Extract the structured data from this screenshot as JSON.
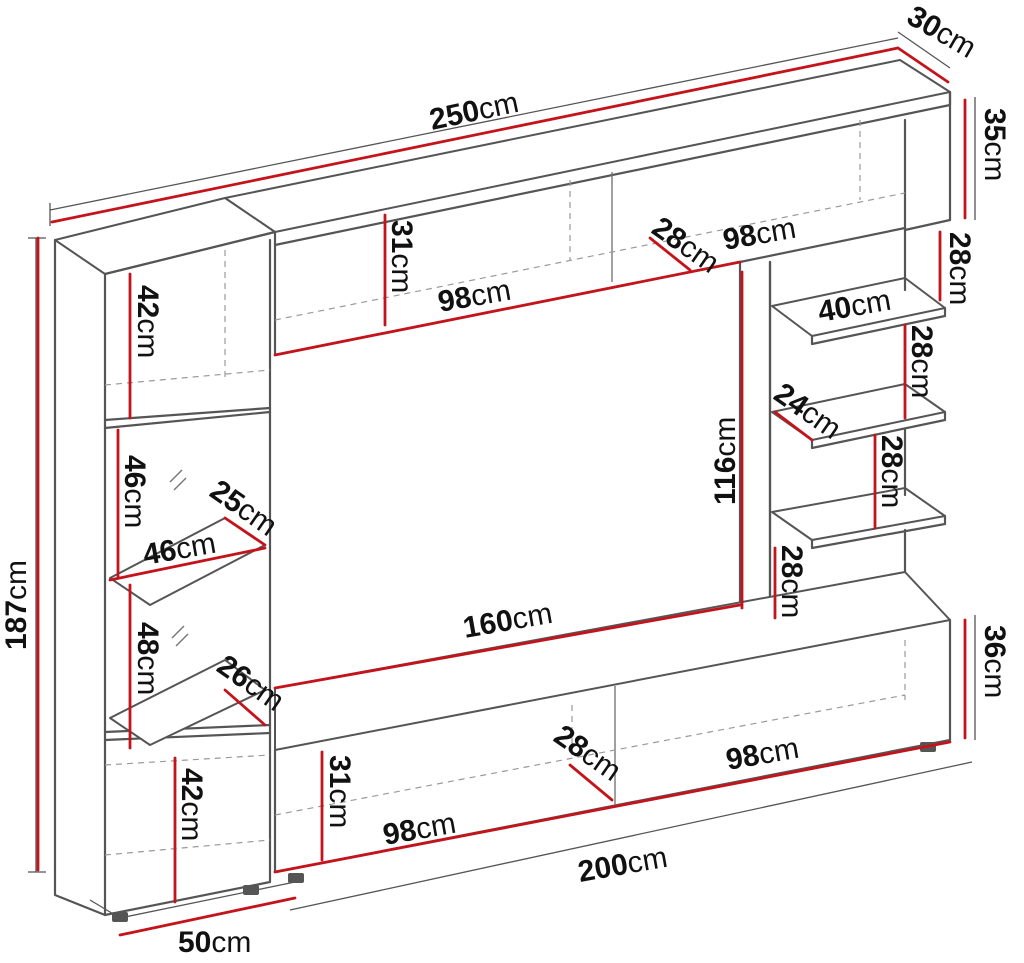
{
  "colors": {
    "dimension_line": "#c4141b",
    "outline": "#555555",
    "text": "#111111",
    "background": "#ffffff"
  },
  "dimensions": [
    {
      "id": "total-width",
      "value": "250",
      "unit": "cm"
    },
    {
      "id": "total-depth",
      "value": "30",
      "unit": "cm"
    },
    {
      "id": "total-height",
      "value": "187",
      "unit": "cm"
    },
    {
      "id": "top-shelf-height",
      "value": "35",
      "unit": "cm"
    },
    {
      "id": "top-left-cabinet-height",
      "value": "31",
      "unit": "cm"
    },
    {
      "id": "top-left-cabinet-width",
      "value": "98",
      "unit": "cm"
    },
    {
      "id": "top-cabinet-depth",
      "value": "28",
      "unit": "cm"
    },
    {
      "id": "top-right-cabinet-width",
      "value": "98",
      "unit": "cm"
    },
    {
      "id": "right-shelf-gap-1",
      "value": "28",
      "unit": "cm"
    },
    {
      "id": "right-shelf-width",
      "value": "40",
      "unit": "cm"
    },
    {
      "id": "right-shelf-gap-2",
      "value": "28",
      "unit": "cm"
    },
    {
      "id": "right-shelf-depth",
      "value": "24",
      "unit": "cm"
    },
    {
      "id": "right-shelf-gap-3",
      "value": "28",
      "unit": "cm"
    },
    {
      "id": "right-lower-gap",
      "value": "28",
      "unit": "cm"
    },
    {
      "id": "tv-opening-height",
      "value": "116",
      "unit": "cm"
    },
    {
      "id": "tv-opening-width",
      "value": "160",
      "unit": "cm"
    },
    {
      "id": "column-top-height",
      "value": "42",
      "unit": "cm"
    },
    {
      "id": "column-shelf-height-1",
      "value": "46",
      "unit": "cm"
    },
    {
      "id": "column-shelf-depth-1",
      "value": "25",
      "unit": "cm"
    },
    {
      "id": "column-shelf-width",
      "value": "46",
      "unit": "cm"
    },
    {
      "id": "column-shelf-height-2",
      "value": "48",
      "unit": "cm"
    },
    {
      "id": "column-shelf-depth-2",
      "value": "26",
      "unit": "cm"
    },
    {
      "id": "column-bottom-height",
      "value": "42",
      "unit": "cm"
    },
    {
      "id": "base-height",
      "value": "36",
      "unit": "cm"
    },
    {
      "id": "base-left-height",
      "value": "31",
      "unit": "cm"
    },
    {
      "id": "base-depth",
      "value": "28",
      "unit": "cm"
    },
    {
      "id": "base-right-width",
      "value": "98",
      "unit": "cm"
    },
    {
      "id": "base-left-width",
      "value": "98",
      "unit": "cm"
    },
    {
      "id": "base-total-width",
      "value": "200",
      "unit": "cm"
    },
    {
      "id": "column-width",
      "value": "50",
      "unit": "cm"
    }
  ]
}
